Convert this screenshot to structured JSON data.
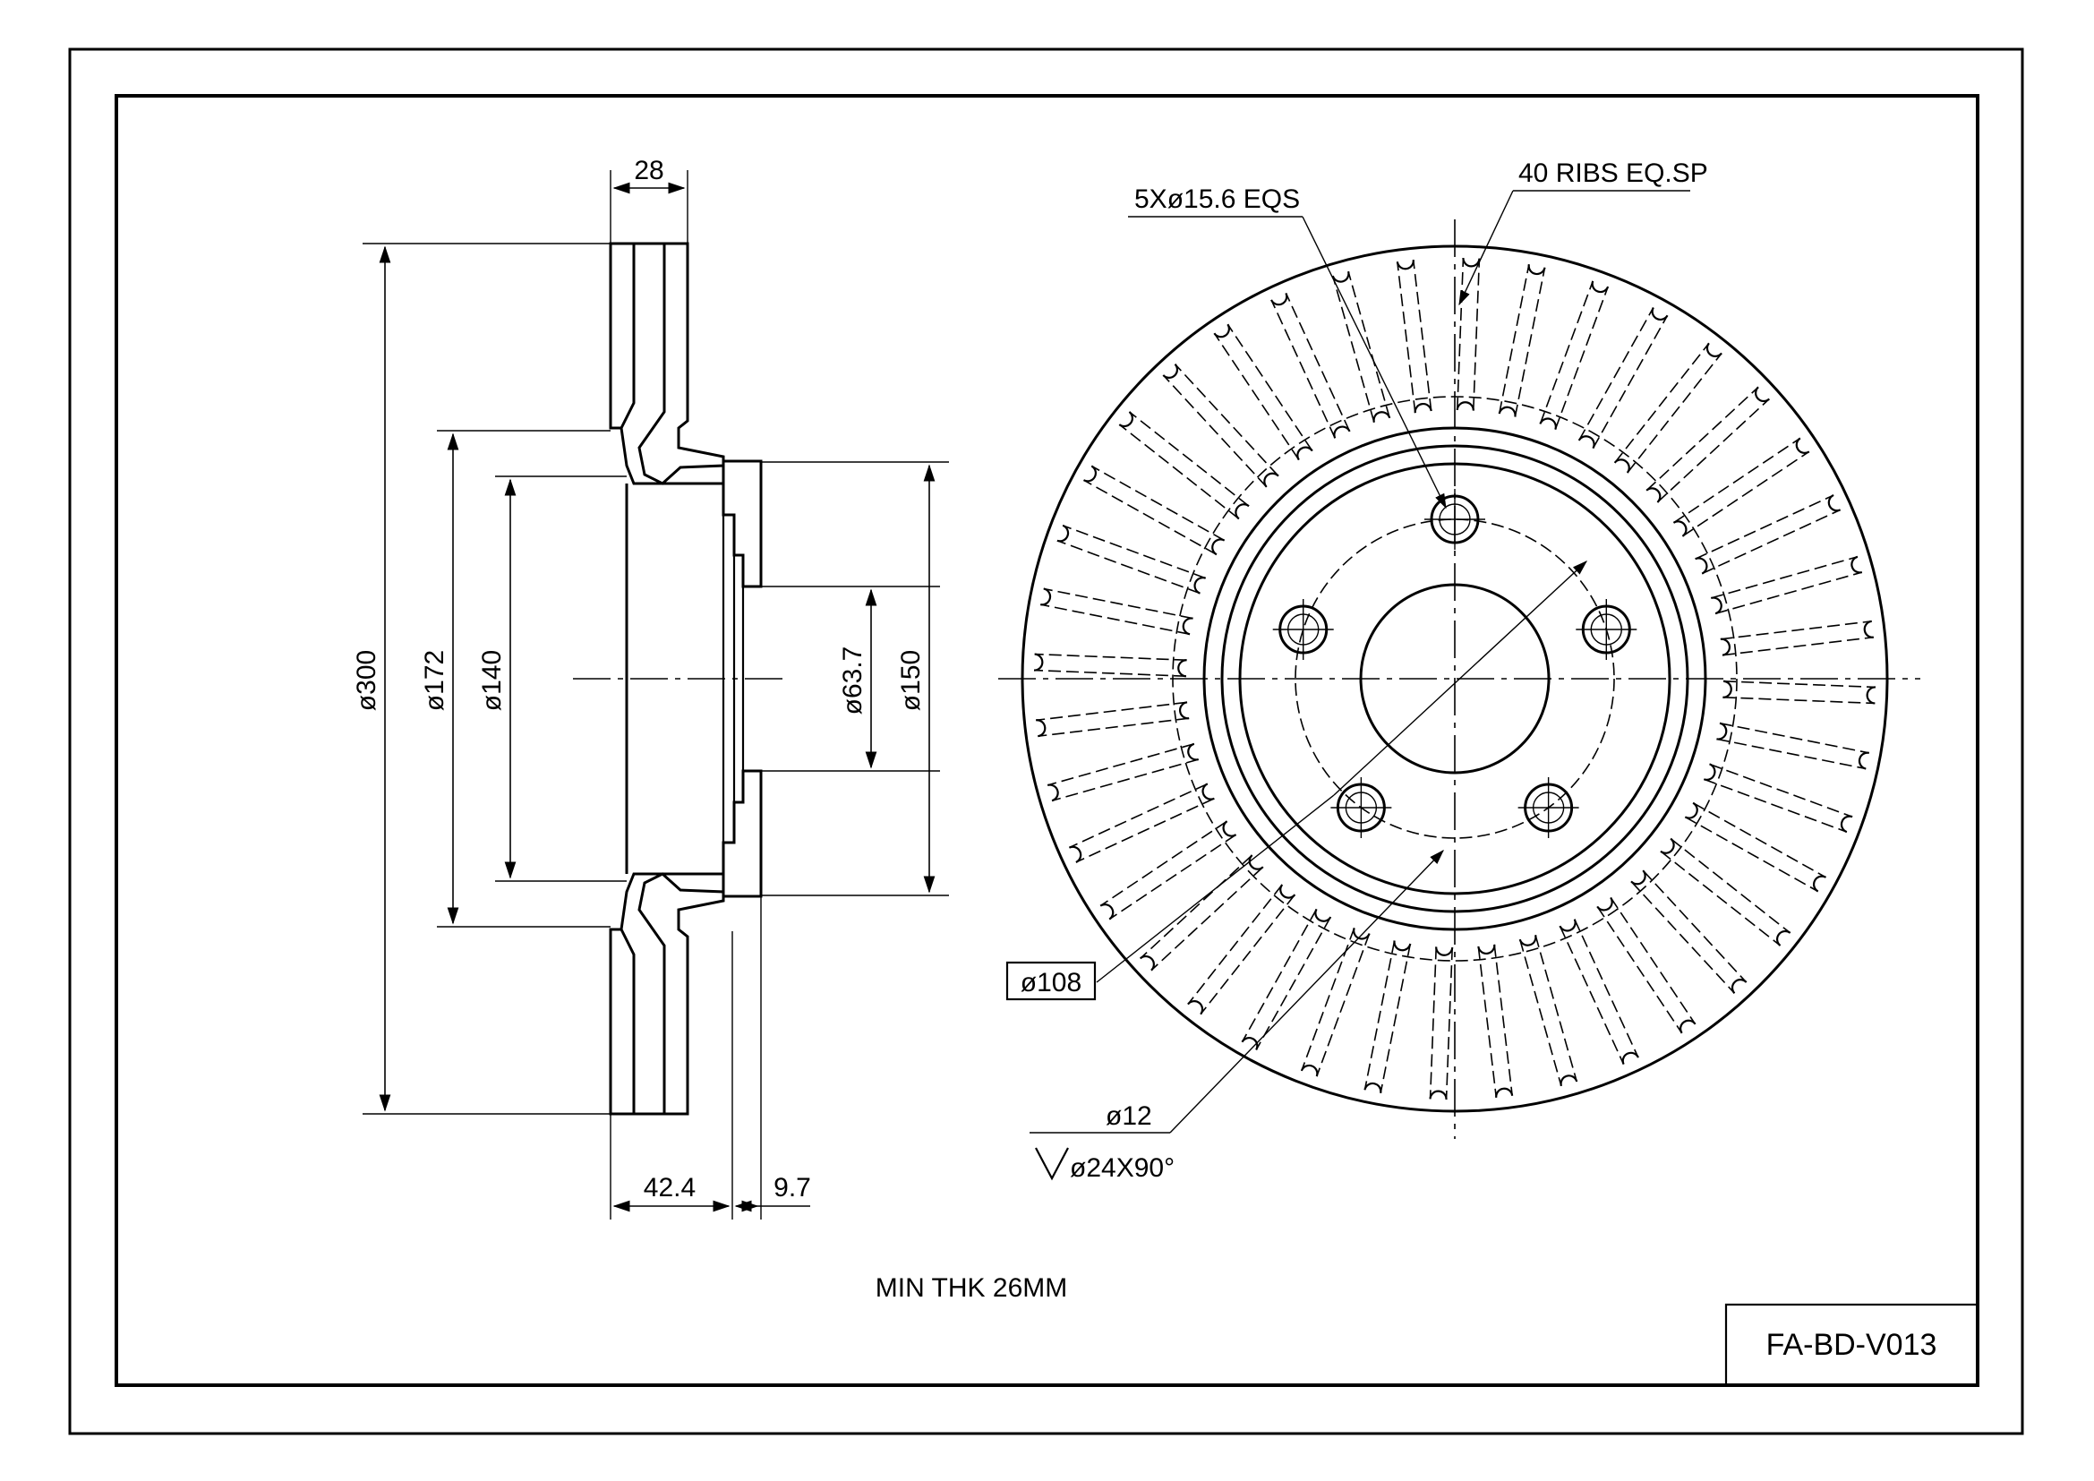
{
  "drawing": {
    "part_number": "FA-BD-V013",
    "note": "MIN THK 26MM"
  },
  "side_view": {
    "width_label": "28",
    "diameters": [
      "ø300",
      "ø172",
      "ø140",
      "ø63.7",
      "ø150"
    ],
    "offset_label": "42.4",
    "hub_thickness_label": "9.7"
  },
  "front_view": {
    "bolt_holes_label": "5Xø15.6 EQS",
    "ribs_label": "40 RIBS EQ.SP",
    "pcd_label": "ø108",
    "hole_label": "ø12",
    "countersink_label": "ø24X90°",
    "bolt_hole_count": 5,
    "rib_count": 40
  }
}
